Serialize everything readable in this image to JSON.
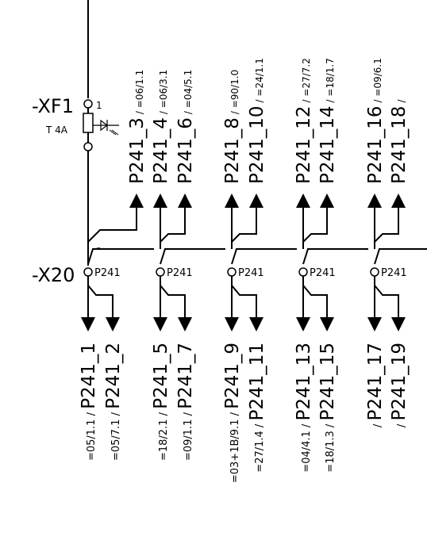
{
  "device": {
    "fuse_tag": "-XF1",
    "fuse_pin": "1",
    "fuse_rating": "T 4A",
    "terminal_tag": "-X20"
  },
  "terminals": [
    {
      "label": "P241",
      "up": [
        {
          "sig": "P241_3",
          "ref": "/ =06/1.1"
        }
      ],
      "down": [
        {
          "sig": "P241_1",
          "ref": "=05/1.1 /"
        },
        {
          "sig": "P241_2",
          "ref": "=05/7.1 /"
        }
      ]
    },
    {
      "label": "P241",
      "up": [
        {
          "sig": "P241_4",
          "ref": "/ =06/3.1"
        },
        {
          "sig": "P241_6",
          "ref": "/ =04/5.1"
        }
      ],
      "down": [
        {
          "sig": "P241_5",
          "ref": "=18/2.1 /"
        },
        {
          "sig": "P241_7",
          "ref": "=09/1.1 /"
        }
      ]
    },
    {
      "label": "P241",
      "up": [
        {
          "sig": "P241_8",
          "ref": "/ =90/1.0"
        },
        {
          "sig": "P241_10",
          "ref": "/ =24/1.1"
        }
      ],
      "down": [
        {
          "sig": "P241_9",
          "ref": "=03+1B/9.1 /"
        },
        {
          "sig": "P241_11",
          "ref": "=27/1.4 /"
        }
      ]
    },
    {
      "label": "P241",
      "up": [
        {
          "sig": "P241_12",
          "ref": "/ =27/7.2"
        },
        {
          "sig": "P241_14",
          "ref": "/ =18/1.7"
        }
      ],
      "down": [
        {
          "sig": "P241_13",
          "ref": "=04/4.1 /"
        },
        {
          "sig": "P241_15",
          "ref": "=18/1.3 /"
        }
      ]
    },
    {
      "label": "P241",
      "up": [
        {
          "sig": "P241_16",
          "ref": "/ =09/6.1"
        },
        {
          "sig": "P241_18",
          "ref": "/"
        }
      ],
      "down": [
        {
          "sig": "P241_17",
          "ref": "/"
        },
        {
          "sig": "P241_19",
          "ref": "/"
        }
      ]
    }
  ]
}
